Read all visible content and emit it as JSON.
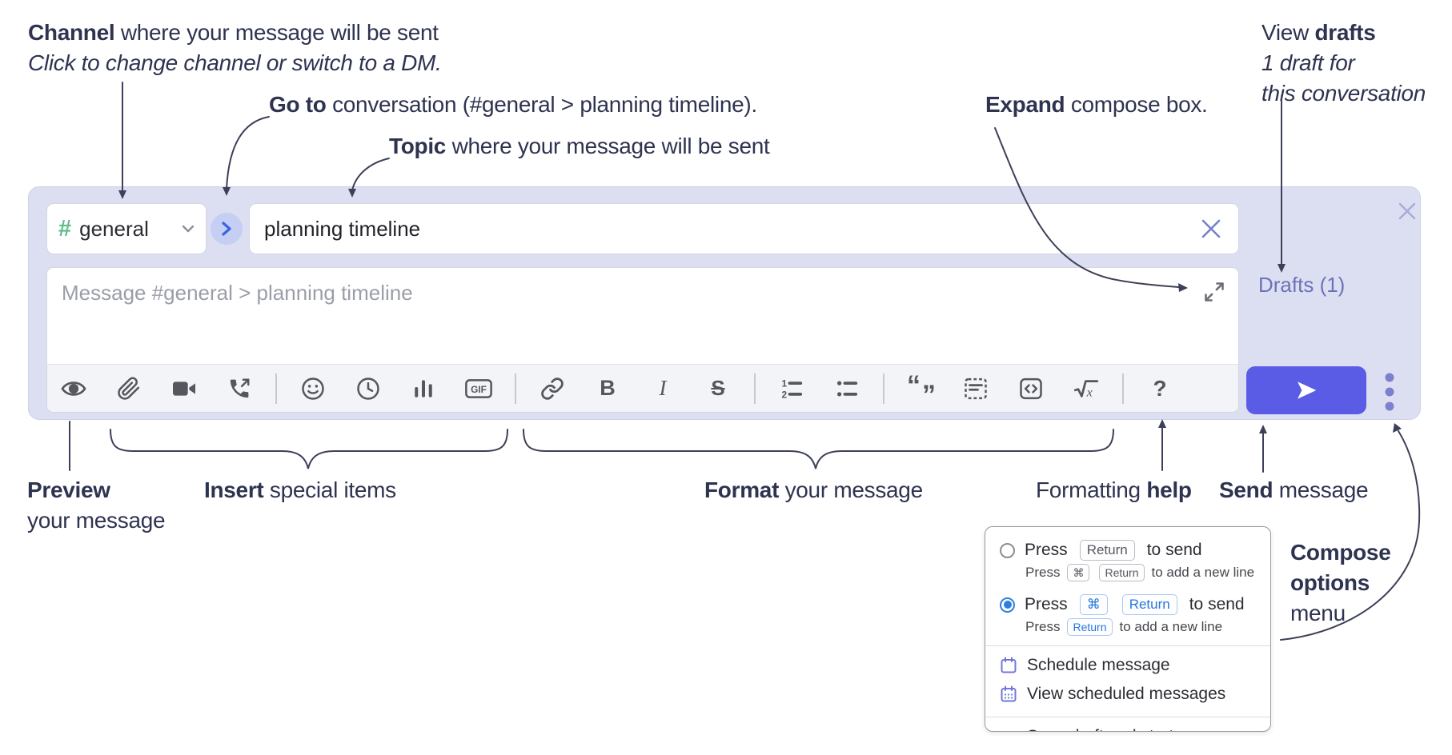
{
  "annotations": {
    "channel": {
      "bold": "Channel",
      "rest": " where your message will be sent",
      "italic": "Click to change channel or switch to a DM."
    },
    "goto": {
      "bold": "Go to",
      "rest": " conversation (#general > planning timeline)."
    },
    "topic": {
      "bold": "Topic",
      "rest": " where your message will be sent"
    },
    "drafts": {
      "pre": "View ",
      "bold": "drafts",
      "italic1": "1 draft for",
      "italic2": "this conversation"
    },
    "expand": {
      "bold": "Expand",
      "rest": " compose box."
    },
    "preview": {
      "bold": "Preview",
      "line2": "your message"
    },
    "insert": {
      "bold": "Insert",
      "rest": " special items"
    },
    "format": {
      "bold": "Format",
      "rest": " your message"
    },
    "help": {
      "pre": "Formatting ",
      "bold": "help"
    },
    "send": {
      "bold": "Send",
      "rest": " message"
    },
    "compose_options": {
      "bold1": "Compose",
      "bold2": "options",
      "rest": "menu"
    }
  },
  "compose": {
    "channel_selector": {
      "hash": "#",
      "name": "general"
    },
    "topic_input": {
      "value": "planning timeline"
    },
    "message_input": {
      "placeholder": "Message #general > planning timeline"
    },
    "drafts_link": "Drafts (1)",
    "toolbar": {
      "glyphs": {
        "bold": "B",
        "italic": "I",
        "strike": "S",
        "gif": "GIF",
        "quote_open": "“",
        "quote_close": "”",
        "ol1": "1",
        "ol2": "2",
        "math_x": "x",
        "help": "?"
      }
    }
  },
  "popup": {
    "options": [
      {
        "main_pre": "Press",
        "main_key1": "Return",
        "main_post": "to send",
        "sub_pre": "Press",
        "sub_key1": "⌘",
        "sub_key2": "Return",
        "sub_post": "to add a new line"
      },
      {
        "main_pre": "Press",
        "main_key1": "⌘",
        "main_key2": "Return",
        "main_post": "to send",
        "sub_pre": "Press",
        "sub_key1": "Return",
        "sub_post": "to add a new line"
      }
    ],
    "menu_items": [
      "Schedule message",
      "View scheduled messages",
      "Save draft and start a new message"
    ]
  },
  "colors": {
    "accent_send": "#5a5ce5",
    "compose_bg": "#dcdff1",
    "link": "#6b73b8",
    "key_blue": "#2776dd",
    "radio_selected": "#2f7fe0",
    "menu_icon": "#7177d8",
    "hash_green": "#63bd8b"
  }
}
